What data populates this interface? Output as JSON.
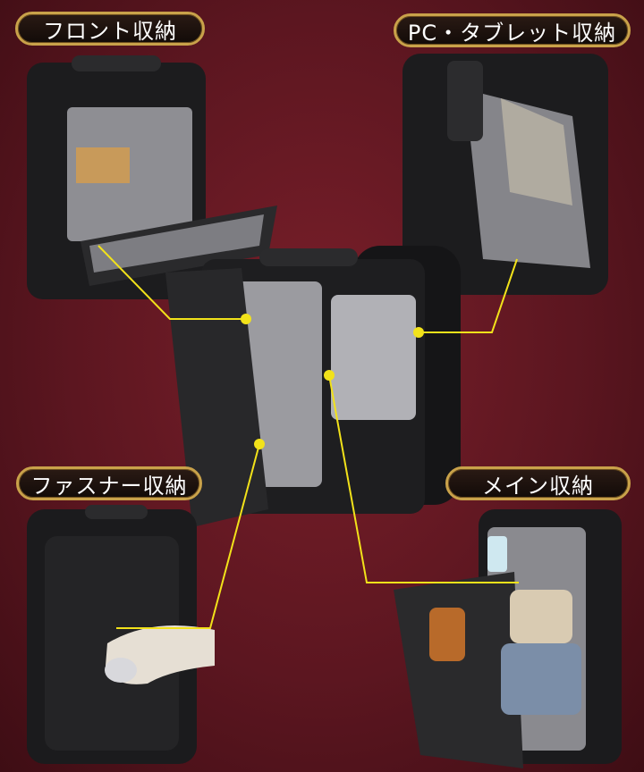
{
  "labels": {
    "front": "フロント収納",
    "pc_tablet": "PC・タブレット収納",
    "zipper": "ファスナー収納",
    "main": "メイン収納"
  },
  "colors": {
    "background": "#6a1a24",
    "pill_border": "#c9a24a",
    "callout": "#f2e21a",
    "bag": "#1c1c1e",
    "lining": "#9a9a9e"
  }
}
